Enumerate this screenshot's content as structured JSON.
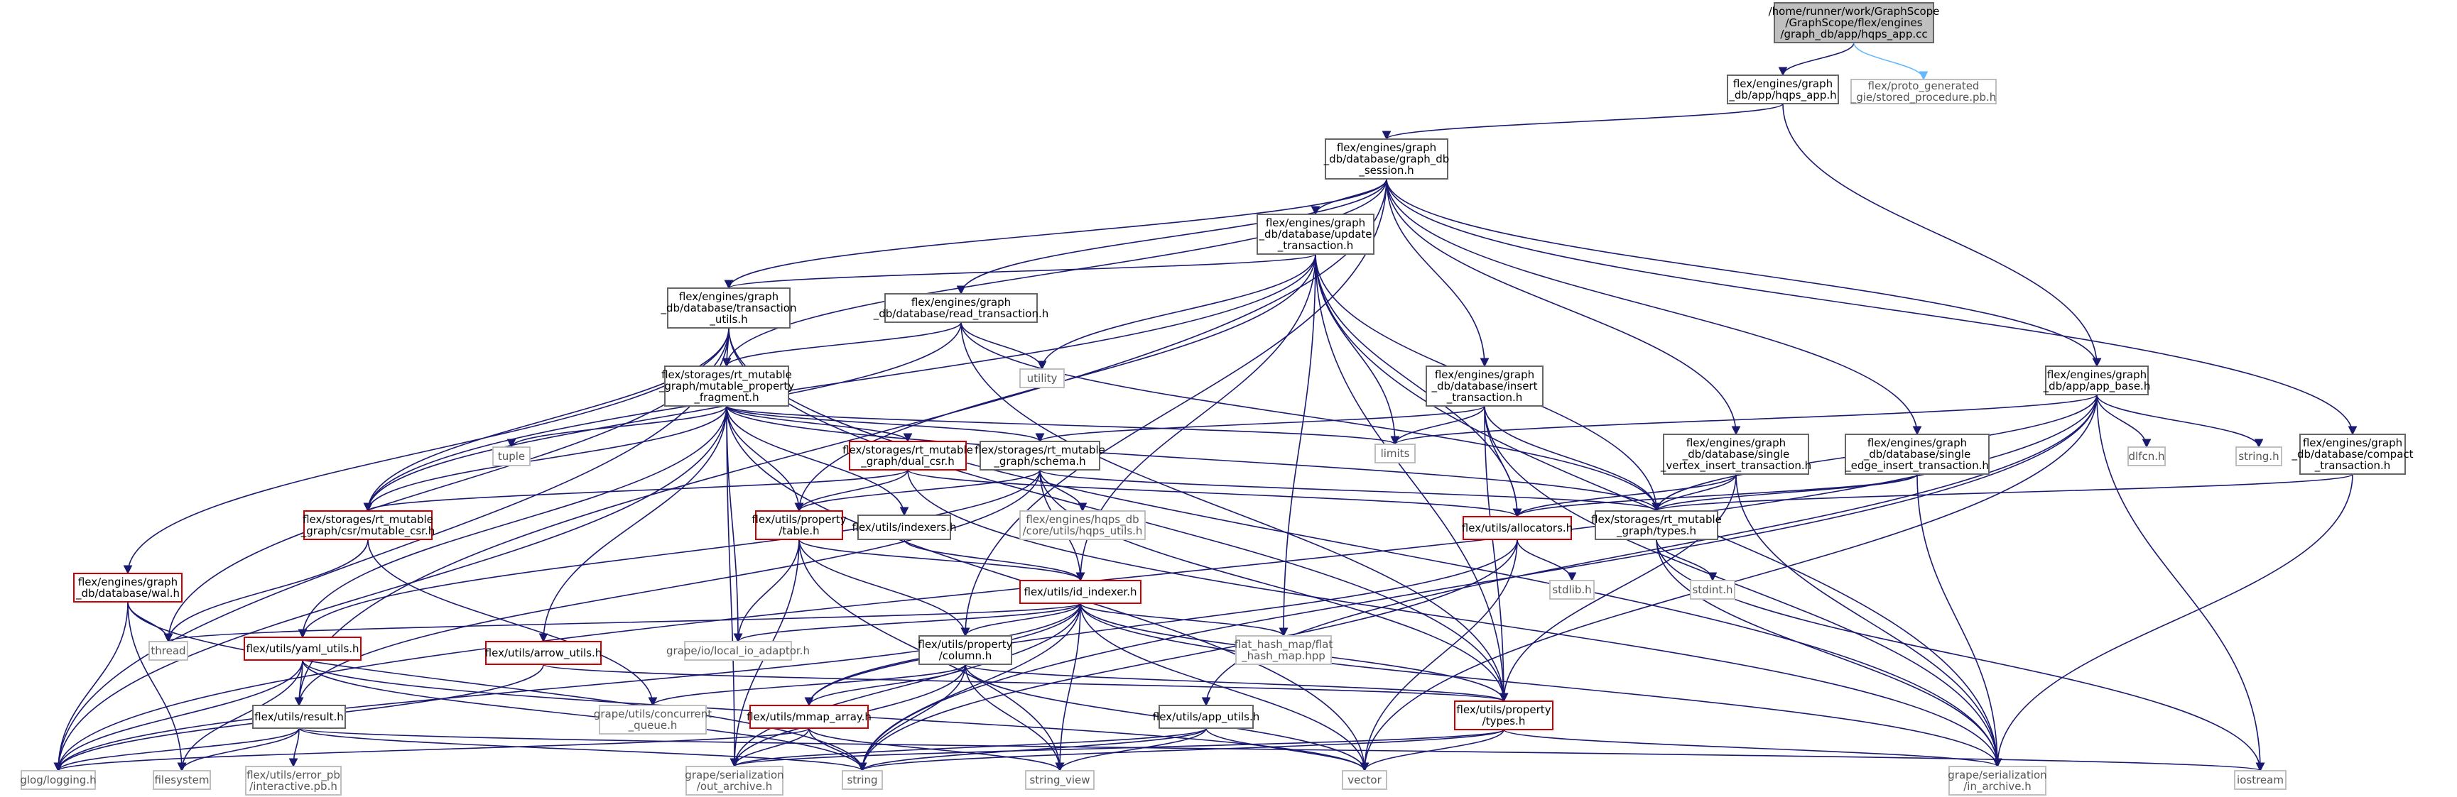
{
  "nodes": [
    {
      "id": "root",
      "kind": "root",
      "lines": [
        "/home/runner/work/GraphScope",
        "/GraphScope/flex/engines",
        "/graph_db/app/hqps_app.cc"
      ]
    },
    {
      "id": "hqps_app_h",
      "kind": "internal",
      "lines": [
        "flex/engines/graph",
        "_db/app/hqps_app.h"
      ]
    },
    {
      "id": "stored_proc",
      "kind": "external",
      "lines": [
        "flex/proto_generated",
        "_gie/stored_procedure.pb.h"
      ]
    },
    {
      "id": "graph_db_session",
      "kind": "internal",
      "lines": [
        "flex/engines/graph",
        "_db/database/graph_db",
        "_session.h"
      ]
    },
    {
      "id": "update_txn",
      "kind": "internal",
      "lines": [
        "flex/engines/graph",
        "_db/database/update",
        "_transaction.h"
      ]
    },
    {
      "id": "txn_utils",
      "kind": "internal",
      "lines": [
        "flex/engines/graph",
        "_db/database/transaction",
        "_utils.h"
      ]
    },
    {
      "id": "read_txn",
      "kind": "internal",
      "lines": [
        "flex/engines/graph",
        "_db/database/read_transaction.h"
      ]
    },
    {
      "id": "utility",
      "kind": "external",
      "lines": [
        "utility"
      ]
    },
    {
      "id": "mutable_fragment",
      "kind": "internal",
      "lines": [
        "flex/storages/rt_mutable",
        "_graph/mutable_property",
        "_fragment.h"
      ]
    },
    {
      "id": "insert_txn",
      "kind": "internal",
      "lines": [
        "flex/engines/graph",
        "_db/database/insert",
        "_transaction.h"
      ]
    },
    {
      "id": "app_base",
      "kind": "internal",
      "lines": [
        "flex/engines/graph",
        "_db/app/app_base.h"
      ]
    },
    {
      "id": "limits",
      "kind": "external",
      "lines": [
        "limits"
      ]
    },
    {
      "id": "tuple",
      "kind": "external",
      "lines": [
        "tuple"
      ]
    },
    {
      "id": "dual_csr",
      "kind": "broken",
      "lines": [
        "flex/storages/rt_mutable",
        "_graph/dual_csr.h"
      ]
    },
    {
      "id": "schema",
      "kind": "internal",
      "lines": [
        "flex/storages/rt_mutable",
        "_graph/schema.h"
      ]
    },
    {
      "id": "single_vertex",
      "kind": "internal",
      "lines": [
        "flex/engines/graph",
        "_db/database/single",
        "_vertex_insert_transaction.h"
      ]
    },
    {
      "id": "single_edge",
      "kind": "internal",
      "lines": [
        "flex/engines/graph",
        "_db/database/single",
        "_edge_insert_transaction.h"
      ]
    },
    {
      "id": "dlfcn",
      "kind": "external",
      "lines": [
        "dlfcn.h"
      ]
    },
    {
      "id": "string_h",
      "kind": "external",
      "lines": [
        "string.h"
      ]
    },
    {
      "id": "compact_txn",
      "kind": "internal",
      "lines": [
        "flex/engines/graph",
        "_db/database/compact",
        "_transaction.h"
      ]
    },
    {
      "id": "mutable_csr",
      "kind": "broken",
      "lines": [
        "flex/storages/rt_mutable",
        "_graph/csr/mutable_csr.h"
      ]
    },
    {
      "id": "table_h",
      "kind": "broken",
      "lines": [
        "flex/utils/property",
        "/table.h"
      ]
    },
    {
      "id": "indexers",
      "kind": "internal",
      "lines": [
        "flex/utils/indexers.h"
      ]
    },
    {
      "id": "hqps_utils",
      "kind": "external",
      "lines": [
        "flex/engines/hqps_db",
        "/core/utils/hqps_utils.h"
      ]
    },
    {
      "id": "allocators",
      "kind": "broken",
      "lines": [
        "flex/utils/allocators.h"
      ]
    },
    {
      "id": "rt_types",
      "kind": "internal",
      "lines": [
        "flex/storages/rt_mutable",
        "_graph/types.h"
      ]
    },
    {
      "id": "stdint",
      "kind": "external",
      "lines": [
        "stdint.h"
      ]
    },
    {
      "id": "wal",
      "kind": "broken",
      "lines": [
        "flex/engines/graph",
        "_db/database/wal.h"
      ]
    },
    {
      "id": "id_indexer",
      "kind": "broken",
      "lines": [
        "flex/utils/id_indexer.h"
      ]
    },
    {
      "id": "stdlib",
      "kind": "external",
      "lines": [
        "stdlib.h"
      ]
    },
    {
      "id": "thread",
      "kind": "external",
      "lines": [
        "thread"
      ]
    },
    {
      "id": "yaml_utils",
      "kind": "broken",
      "lines": [
        "flex/utils/yaml_utils.h"
      ]
    },
    {
      "id": "arrow_utils",
      "kind": "broken",
      "lines": [
        "flex/utils/arrow_utils.h"
      ]
    },
    {
      "id": "local_io",
      "kind": "external",
      "lines": [
        "grape/io/local_io_adaptor.h"
      ]
    },
    {
      "id": "column_h",
      "kind": "internal",
      "lines": [
        "flex/utils/property",
        "/column.h"
      ]
    },
    {
      "id": "flat_hash",
      "kind": "external",
      "lines": [
        "flat_hash_map/flat",
        "_hash_map.hpp"
      ]
    },
    {
      "id": "concurrent_queue",
      "kind": "external",
      "lines": [
        "grape/utils/concurrent",
        "_queue.h"
      ]
    },
    {
      "id": "result_h",
      "kind": "internal",
      "lines": [
        "flex/utils/result.h"
      ]
    },
    {
      "id": "mmap_array",
      "kind": "broken",
      "lines": [
        "flex/utils/mmap_array.h"
      ]
    },
    {
      "id": "app_utils",
      "kind": "internal",
      "lines": [
        "flex/utils/app_utils.h"
      ]
    },
    {
      "id": "prop_types",
      "kind": "broken",
      "lines": [
        "flex/utils/property",
        "/types.h"
      ]
    },
    {
      "id": "glog",
      "kind": "external",
      "lines": [
        "glog/logging.h"
      ]
    },
    {
      "id": "filesystem",
      "kind": "external",
      "lines": [
        "filesystem"
      ]
    },
    {
      "id": "error_pb",
      "kind": "external",
      "lines": [
        "flex/utils/error_pb",
        "/interactive.pb.h"
      ]
    },
    {
      "id": "out_archive",
      "kind": "external",
      "lines": [
        "grape/serialization",
        "/out_archive.h"
      ]
    },
    {
      "id": "string",
      "kind": "external",
      "lines": [
        "string"
      ]
    },
    {
      "id": "string_view",
      "kind": "external",
      "lines": [
        "string_view"
      ]
    },
    {
      "id": "vector",
      "kind": "external",
      "lines": [
        "vector"
      ]
    },
    {
      "id": "in_archive",
      "kind": "external",
      "lines": [
        "grape/serialization",
        "/in_archive.h"
      ]
    },
    {
      "id": "iostream",
      "kind": "external",
      "lines": [
        "iostream"
      ]
    }
  ],
  "edges": [
    [
      "root",
      "hqps_app_h"
    ],
    [
      "root",
      "stored_proc"
    ],
    [
      "hqps_app_h",
      "graph_db_session"
    ],
    [
      "hqps_app_h",
      "app_base"
    ],
    [
      "graph_db_session",
      "update_txn"
    ],
    [
      "graph_db_session",
      "txn_utils"
    ],
    [
      "graph_db_session",
      "read_txn"
    ],
    [
      "graph_db_session",
      "mutable_fragment"
    ],
    [
      "graph_db_session",
      "insert_txn"
    ],
    [
      "graph_db_session",
      "app_base"
    ],
    [
      "graph_db_session",
      "single_vertex"
    ],
    [
      "graph_db_session",
      "single_edge"
    ],
    [
      "graph_db_session",
      "compact_txn"
    ],
    [
      "graph_db_session",
      "result_h"
    ],
    [
      "graph_db_session",
      "column_h"
    ],
    [
      "update_txn",
      "txn_utils"
    ],
    [
      "update_txn",
      "utility"
    ],
    [
      "update_txn",
      "limits"
    ],
    [
      "update_txn",
      "mutable_csr"
    ],
    [
      "update_txn",
      "table_h"
    ],
    [
      "update_txn",
      "allocators"
    ],
    [
      "update_txn",
      "rt_types"
    ],
    [
      "update_txn",
      "id_indexer"
    ],
    [
      "update_txn",
      "flat_hash"
    ],
    [
      "update_txn",
      "prop_types"
    ],
    [
      "update_txn",
      "in_archive"
    ],
    [
      "txn_utils",
      "mutable_fragment"
    ],
    [
      "txn_utils",
      "wal"
    ],
    [
      "txn_utils",
      "mutable_csr"
    ],
    [
      "txn_utils",
      "glog"
    ],
    [
      "txn_utils",
      "thread"
    ],
    [
      "txn_utils",
      "prop_types"
    ],
    [
      "txn_utils",
      "in_archive"
    ],
    [
      "read_txn",
      "mutable_fragment"
    ],
    [
      "read_txn",
      "utility"
    ],
    [
      "read_txn",
      "rt_types"
    ],
    [
      "read_txn",
      "mutable_csr"
    ],
    [
      "read_txn",
      "prop_types"
    ],
    [
      "mutable_fragment",
      "tuple"
    ],
    [
      "mutable_fragment",
      "dual_csr"
    ],
    [
      "mutable_fragment",
      "schema"
    ],
    [
      "mutable_fragment",
      "mutable_csr"
    ],
    [
      "mutable_fragment",
      "table_h"
    ],
    [
      "mutable_fragment",
      "indexers"
    ],
    [
      "mutable_fragment",
      "yaml_utils"
    ],
    [
      "mutable_fragment",
      "arrow_utils"
    ],
    [
      "mutable_fragment",
      "local_io"
    ],
    [
      "mutable_fragment",
      "rt_types"
    ],
    [
      "mutable_fragment",
      "vector"
    ],
    [
      "mutable_fragment",
      "out_archive"
    ],
    [
      "mutable_fragment",
      "limits"
    ],
    [
      "mutable_fragment",
      "glog"
    ],
    [
      "insert_txn",
      "schema"
    ],
    [
      "insert_txn",
      "limits"
    ],
    [
      "insert_txn",
      "allocators"
    ],
    [
      "insert_txn",
      "rt_types"
    ],
    [
      "insert_txn",
      "prop_types"
    ],
    [
      "insert_txn",
      "in_archive"
    ],
    [
      "app_base",
      "limits"
    ],
    [
      "app_base",
      "dlfcn"
    ],
    [
      "app_base",
      "string_h"
    ],
    [
      "app_base",
      "rt_types"
    ],
    [
      "app_base",
      "app_utils"
    ],
    [
      "app_base",
      "string"
    ],
    [
      "app_base",
      "vector"
    ],
    [
      "app_base",
      "iostream"
    ],
    [
      "app_base",
      "glog"
    ],
    [
      "dual_csr",
      "mutable_csr"
    ],
    [
      "dual_csr",
      "table_h"
    ],
    [
      "dual_csr",
      "allocators"
    ],
    [
      "dual_csr",
      "in_archive"
    ],
    [
      "schema",
      "hqps_utils"
    ],
    [
      "schema",
      "table_h"
    ],
    [
      "schema",
      "id_indexer"
    ],
    [
      "schema",
      "rt_types"
    ],
    [
      "schema",
      "yaml_utils"
    ],
    [
      "schema",
      "result_h"
    ],
    [
      "schema",
      "prop_types"
    ],
    [
      "single_vertex",
      "allocators"
    ],
    [
      "single_vertex",
      "rt_types"
    ],
    [
      "single_vertex",
      "prop_types"
    ],
    [
      "single_vertex",
      "in_archive"
    ],
    [
      "single_edge",
      "allocators"
    ],
    [
      "single_edge",
      "rt_types"
    ],
    [
      "single_edge",
      "in_archive"
    ],
    [
      "compact_txn",
      "rt_types"
    ],
    [
      "compact_txn",
      "in_archive"
    ],
    [
      "mutable_csr",
      "thread"
    ],
    [
      "mutable_csr",
      "concurrent_queue"
    ],
    [
      "table_h",
      "id_indexer"
    ],
    [
      "table_h",
      "column_h"
    ],
    [
      "table_h",
      "local_io"
    ],
    [
      "table_h",
      "out_archive"
    ],
    [
      "table_h",
      "string_view"
    ],
    [
      "indexers",
      "id_indexer"
    ],
    [
      "allocators",
      "mmap_array"
    ],
    [
      "allocators",
      "stdlib"
    ],
    [
      "allocators",
      "string"
    ],
    [
      "allocators",
      "vector"
    ],
    [
      "rt_types",
      "stdint"
    ],
    [
      "rt_types",
      "in_archive"
    ],
    [
      "rt_types",
      "iostream"
    ],
    [
      "wal",
      "thread"
    ],
    [
      "wal",
      "filesystem"
    ],
    [
      "wal",
      "glog"
    ],
    [
      "wal",
      "string"
    ],
    [
      "id_indexer",
      "thread"
    ],
    [
      "id_indexer",
      "local_io"
    ],
    [
      "id_indexer",
      "column_h"
    ],
    [
      "id_indexer",
      "flat_hash"
    ],
    [
      "id_indexer",
      "mmap_array"
    ],
    [
      "id_indexer",
      "prop_types"
    ],
    [
      "id_indexer",
      "glog"
    ],
    [
      "id_indexer",
      "string"
    ],
    [
      "id_indexer",
      "string_view"
    ],
    [
      "id_indexer",
      "vector"
    ],
    [
      "id_indexer",
      "out_archive"
    ],
    [
      "id_indexer",
      "in_archive"
    ],
    [
      "yaml_utils",
      "result_h"
    ],
    [
      "yaml_utils",
      "glog"
    ],
    [
      "yaml_utils",
      "filesystem"
    ],
    [
      "yaml_utils",
      "string"
    ],
    [
      "yaml_utils",
      "vector"
    ],
    [
      "arrow_utils",
      "prop_types"
    ],
    [
      "arrow_utils",
      "glog"
    ],
    [
      "column_h",
      "concurrent_queue"
    ],
    [
      "column_h",
      "mmap_array"
    ],
    [
      "column_h",
      "prop_types"
    ],
    [
      "column_h",
      "string"
    ],
    [
      "column_h",
      "string_view"
    ],
    [
      "column_h",
      "vector"
    ],
    [
      "column_h",
      "out_archive"
    ],
    [
      "result_h",
      "glog"
    ],
    [
      "result_h",
      "filesystem"
    ],
    [
      "result_h",
      "error_pb"
    ],
    [
      "result_h",
      "string"
    ],
    [
      "result_h",
      "iostream"
    ],
    [
      "mmap_array",
      "glog"
    ],
    [
      "mmap_array",
      "string"
    ],
    [
      "mmap_array",
      "string_view"
    ],
    [
      "mmap_array",
      "out_archive"
    ],
    [
      "app_utils",
      "string"
    ],
    [
      "app_utils",
      "string_view"
    ],
    [
      "app_utils",
      "vector"
    ],
    [
      "app_utils",
      "out_archive"
    ],
    [
      "prop_types",
      "vector"
    ],
    [
      "prop_types",
      "in_archive"
    ],
    [
      "prop_types",
      "string"
    ],
    [
      "prop_types",
      "out_archive"
    ]
  ],
  "colors": {
    "edge": "#191970",
    "edge_external": "#63b8ff",
    "root_fill": "#bfbfbf",
    "broken_stroke": "#cc0000",
    "internal_stroke": "#666666",
    "external_stroke": "#bfbfbf"
  }
}
